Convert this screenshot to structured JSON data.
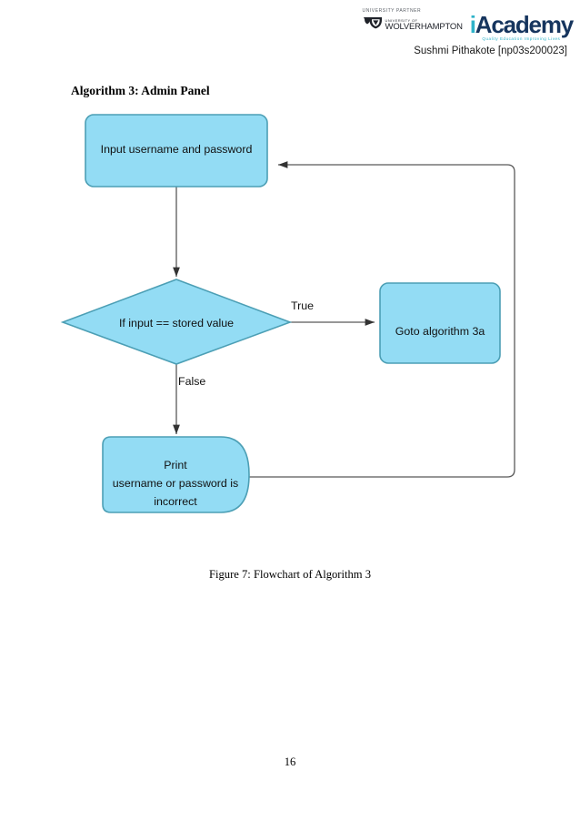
{
  "header": {
    "partner_label": "UNIVERSITY PARTNER",
    "university_prefix": "UNIVERSITY OF",
    "university_name": "WOLVERHAMPTON",
    "academy_i": "i",
    "academy_rest": "Academy",
    "academy_tagline": "Quality Education Improving Lives",
    "student": "Sushmi Pithakote [np03s200023]"
  },
  "document": {
    "heading": "Algorithm 3: Admin Panel",
    "caption": "Figure 7: Flowchart of Algorithm 3",
    "page_number": "16"
  },
  "flowchart": {
    "nodes": {
      "input": {
        "id": "input-username-password",
        "shape": "rounded-rectangle",
        "text": "Input username and password"
      },
      "decision": {
        "id": "if-input-equals-stored-value",
        "shape": "diamond",
        "text": "If input == stored value"
      },
      "goto": {
        "id": "goto-algorithm-3a",
        "shape": "rounded-rectangle",
        "text": "Goto algorithm 3a"
      },
      "print": {
        "id": "print-incorrect",
        "shape": "display",
        "line1": "Print",
        "line2": "username or password is",
        "line3": "incorrect"
      }
    },
    "edges": {
      "true_label": "True",
      "false_label": "False"
    },
    "colors": {
      "node_fill": "#93DCF4",
      "node_stroke": "#4C9FB5",
      "connector": "#595959",
      "text": "#111111"
    }
  }
}
